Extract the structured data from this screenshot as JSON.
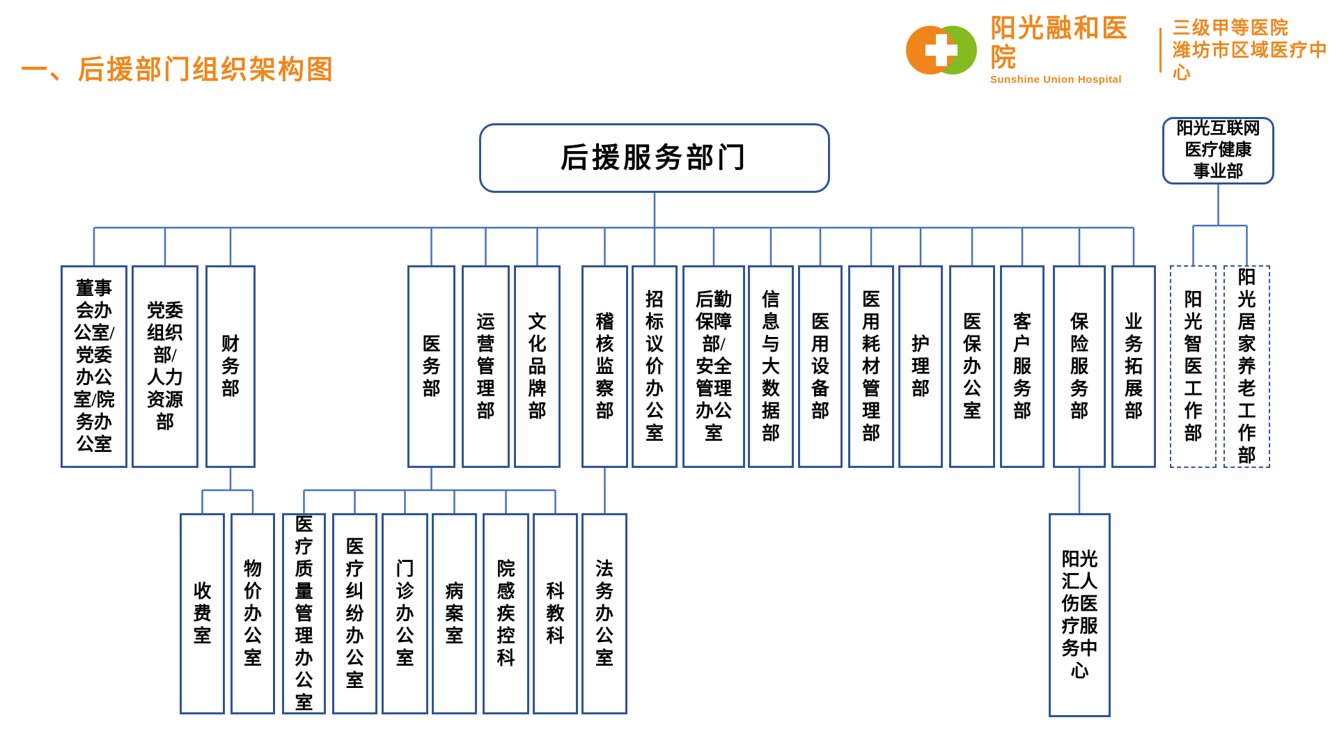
{
  "page": {
    "title": "一、后援部门组织架构图"
  },
  "logo": {
    "name_zh": "阳光融和医院",
    "name_en": "Sunshine Union Hospital",
    "tagline_line1": "三级甲等医院",
    "tagline_line2": "潍坊市区域医疗中心"
  },
  "colors": {
    "title_orange": "#F0861B",
    "logo_orange": "#F0861B",
    "logo_green": "#85BB20",
    "box_border": "#2F5597",
    "connector": "#4472C4",
    "text": "#000000"
  },
  "chart": {
    "nodes": [
      {
        "id": "root",
        "label": "后援服务部门",
        "display": "后援服务部门",
        "type": "root",
        "parent": null
      },
      {
        "id": "inet",
        "label": "阳光互联网医疗健康事业部",
        "display": "阳光互联网\n医疗健康\n事业部",
        "type": "rounded",
        "parent": null
      },
      {
        "id": "board",
        "label": "董事会办公室/党委办公室/院务办公室",
        "display": "董事\n会办\n公室/\n党委\n办公\n室/院\n务办\n公室",
        "type": "solid",
        "parent": "root"
      },
      {
        "id": "party_hr",
        "label": "党委组织部/人力资源部",
        "display": "党委\n组织\n部/\n人力\n资源\n部",
        "type": "solid",
        "parent": "root"
      },
      {
        "id": "finance",
        "label": "财务部",
        "display": "财\n务\n部",
        "type": "solid",
        "parent": "root"
      },
      {
        "id": "medical",
        "label": "医务部",
        "display": "医\n务\n部",
        "type": "solid",
        "parent": "root"
      },
      {
        "id": "operations",
        "label": "运营管理部",
        "display": "运\n营\n管\n理\n部",
        "type": "solid",
        "parent": "root"
      },
      {
        "id": "culture",
        "label": "文化品牌部",
        "display": "文\n化\n品\n牌\n部",
        "type": "solid",
        "parent": "root"
      },
      {
        "id": "audit",
        "label": "稽核监察部",
        "display": "稽\n核\n监\n察\n部",
        "type": "solid",
        "parent": "root"
      },
      {
        "id": "bidding",
        "label": "招标议价办公室",
        "display": "招\n标\n议\n价\n办\n公\n室",
        "type": "solid",
        "parent": "root"
      },
      {
        "id": "logistics",
        "label": "后勤保障部/安全管理办公室",
        "display": "后勤\n保障\n部/\n安全\n管理\n办公\n室",
        "type": "solid",
        "parent": "root"
      },
      {
        "id": "info",
        "label": "信息与大数据部",
        "display": "信\n息\n与\n大\n数\n据\n部",
        "type": "solid",
        "parent": "root"
      },
      {
        "id": "equipment",
        "label": "医用设备部",
        "display": "医\n用\n设\n备\n部",
        "type": "solid",
        "parent": "root"
      },
      {
        "id": "consumables",
        "label": "医用耗材管理部",
        "display": "医\n用\n耗\n材\n管\n理\n部",
        "type": "solid",
        "parent": "root"
      },
      {
        "id": "nursing",
        "label": "护理部",
        "display": "护\n理\n部",
        "type": "solid",
        "parent": "root"
      },
      {
        "id": "yibao",
        "label": "医保办公室",
        "display": "医\n保\n办\n公\n室",
        "type": "solid",
        "parent": "root"
      },
      {
        "id": "customer",
        "label": "客户服务部",
        "display": "客\n户\n服\n务\n部",
        "type": "solid",
        "parent": "root"
      },
      {
        "id": "insurance",
        "label": "保险服务部",
        "display": "保\n险\n服\n务\n部",
        "type": "solid",
        "parent": "root"
      },
      {
        "id": "bizdev",
        "label": "业务拓展部",
        "display": "业\n务\n拓\n展\n部",
        "type": "solid",
        "parent": "root"
      },
      {
        "id": "smart_medical",
        "label": "阳光智医工作部",
        "display": "阳\n光\n智\n医\n工\n作\n部",
        "type": "dashed",
        "parent": "inet"
      },
      {
        "id": "eldercare",
        "label": "阳光居家养老工作部",
        "display": "阳\n光\n居\n家\n养\n老\n工\n作\n部",
        "type": "dashed",
        "parent": "inet"
      },
      {
        "id": "fee",
        "label": "收费室",
        "display": "收\n费\n室",
        "type": "solid",
        "parent": "finance"
      },
      {
        "id": "pricing",
        "label": "物价办公室",
        "display": "物\n价\n办\n公\n室",
        "type": "solid",
        "parent": "finance"
      },
      {
        "id": "quality",
        "label": "医疗质量管理办公室",
        "display": "医\n疗\n质\n量\n管\n理\n办\n公\n室",
        "type": "solid",
        "parent": "medical"
      },
      {
        "id": "dispute",
        "label": "医疗纠纷办公室",
        "display": "医\n疗\n纠\n纷\n办\n公\n室",
        "type": "solid",
        "parent": "medical"
      },
      {
        "id": "outpatient",
        "label": "门诊办公室",
        "display": "门\n诊\n办\n公\n室",
        "type": "solid",
        "parent": "medical"
      },
      {
        "id": "records",
        "label": "病案室",
        "display": "病\n案\n室",
        "type": "solid",
        "parent": "medical"
      },
      {
        "id": "infection",
        "label": "院感疾控科",
        "display": "院\n感\n疾\n控\n科",
        "type": "solid",
        "parent": "medical"
      },
      {
        "id": "education",
        "label": "科教科",
        "display": "科\n教\n科",
        "type": "solid",
        "parent": "medical"
      },
      {
        "id": "legal",
        "label": "法务办公室",
        "display": "法\n务\n办\n公\n室",
        "type": "solid",
        "parent": "audit"
      },
      {
        "id": "huirenshang",
        "label": "阳光汇人伤医疗服务中心",
        "display": "阳光\n汇人\n伤医\n疗服\n务中\n心",
        "type": "solid",
        "parent": "insurance"
      }
    ]
  }
}
